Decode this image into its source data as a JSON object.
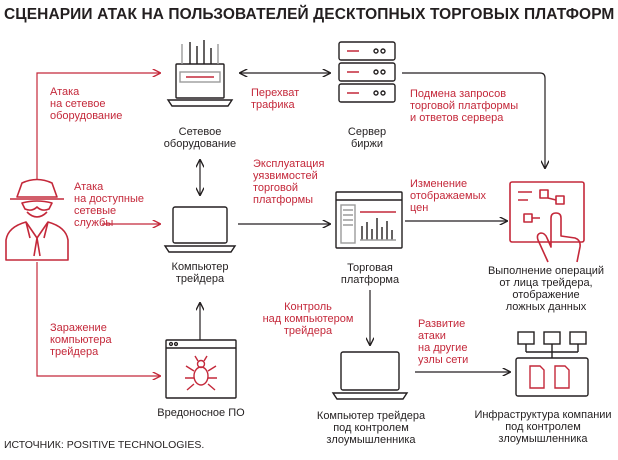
{
  "title": "СЦЕНАРИИ АТАК НА ПОЛЬЗОВАТЕЛЕЙ ДЕСКТОПНЫХ ТОРГОВЫХ ПЛАТФОРМ",
  "source": "ИСТОЧНИК: POSITIVE TECHNOLOGIES.",
  "nodes": {
    "network": "Сетевое\nоборудование",
    "server": "Сервер\nбиржи",
    "computer": "Компьютер\nтрейдера",
    "platform": "Торговая\nплатформа",
    "operations": "Выполнение операций\nот лица трейдера,\nотображение\nложных данных",
    "malware": "Вредоносное ПО",
    "controlled_pc": "Компьютер трейдера\nпод контролем\nзлоумышленника",
    "infrastructure": "Инфраструктура компании\nпод контролем\nзлоумышленника"
  },
  "edges": {
    "attack_network": "Атака\nна сетевое\nоборудование",
    "attack_services": "Атака\nна доступные\nсетевые\nслужбы",
    "infection": "Заражение\nкомпьютера\nтрейдера",
    "interception": "Перехват\nтрафика",
    "substitution": "Подмена запросов\nторговой платформы\nи ответов сервера",
    "exploitation": "Эксплуатация\nуязвимостей\nторговой\nплатформы",
    "price_change": "Изменение\nотображаемых\nцен",
    "control": "Контроль\nнад компьютером\nтрейдера",
    "spread": "Развитие\nатаки\nна другие\nузлы сети"
  },
  "colors": {
    "accent": "#c4283a",
    "ink": "#231f20",
    "gray": "#9b9b9b"
  },
  "icons": [
    "hacker-icon",
    "router-icon",
    "server-icon",
    "laptop-icon",
    "platform-window-icon",
    "touchscreen-icon",
    "malware-icon",
    "network-nodes-icon"
  ]
}
